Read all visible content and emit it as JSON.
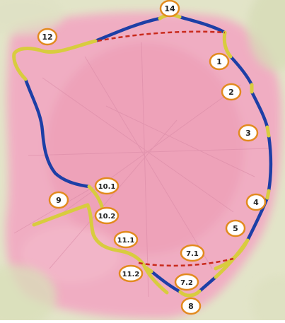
{
  "map": {
    "colors": {
      "urban_pink": "#f0a2bc",
      "background_green": "#dfe3c3",
      "ring_blue": "#1a3da5",
      "segment_yellow": "#d8cc42",
      "planned_red": "#cc2a1c",
      "marker_border": "#e28a1e",
      "marker_fill": "#ffffff",
      "label_text": "#222222"
    },
    "markers": [
      {
        "label": "14"
      },
      {
        "label": "12"
      },
      {
        "label": "1"
      },
      {
        "label": "2"
      },
      {
        "label": "3"
      },
      {
        "label": "4"
      },
      {
        "label": "5"
      },
      {
        "label": "9"
      },
      {
        "label": "10.1"
      },
      {
        "label": "10.2"
      },
      {
        "label": "11.1"
      },
      {
        "label": "7.1"
      },
      {
        "label": "11.2"
      },
      {
        "label": "7.2"
      },
      {
        "label": "8"
      }
    ]
  }
}
